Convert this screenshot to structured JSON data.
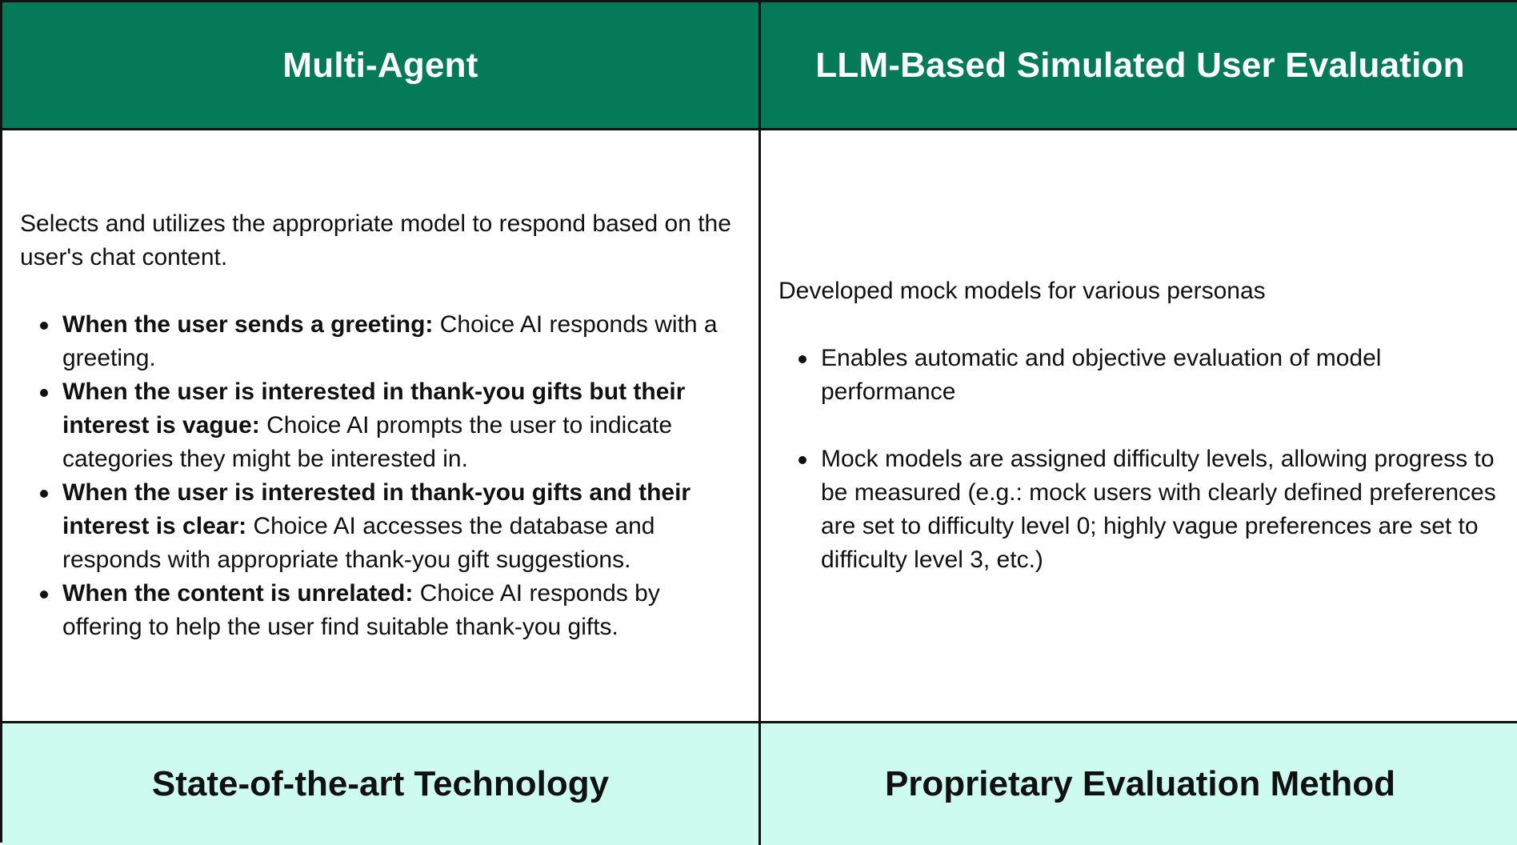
{
  "colors": {
    "header_bg": "#047a58",
    "footer_bg": "#cdfbef",
    "border": "#111111"
  },
  "headers": {
    "left": "Multi-Agent",
    "right": "LLM-Based Simulated User Evaluation"
  },
  "left_body": {
    "intro": "Selects and utilizes the appropriate model to respond based on the user's chat content.",
    "items": [
      {
        "bold": "When the user sends a greeting:",
        "text": " Choice AI responds with a greeting."
      },
      {
        "bold": "When the user is interested in thank-you gifts but their interest is vague:",
        "text": " Choice AI prompts the user to indicate categories they might be interested in."
      },
      {
        "bold": "When the user is interested in thank-you gifts and their interest is clear:",
        "text": " Choice AI accesses the database and responds with appropriate thank-you gift suggestions."
      },
      {
        "bold": "When the content is unrelated:",
        "text": " Choice AI responds by offering to help the user find suitable thank-you gifts."
      }
    ]
  },
  "right_body": {
    "intro": "Developed mock models for various personas",
    "items": [
      "Enables automatic and objective evaluation of model performance",
      "Mock models are assigned difficulty levels, allowing progress to be measured (e.g.: mock users with clearly defined preferences are set to difficulty level 0; highly vague preferences are set to difficulty level 3, etc.)"
    ]
  },
  "footers": {
    "left": "State-of-the-art Technology",
    "right": "Proprietary Evaluation Method"
  }
}
